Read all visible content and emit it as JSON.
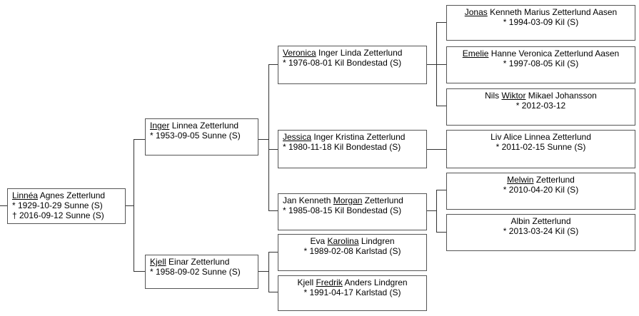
{
  "people": {
    "linnea": {
      "pre": "",
      "given": "Linnéa",
      "post": " Agnes Zetterlund",
      "birth": "* 1929-10-29 Sunne (S)",
      "death": "† 2016-09-12 Sunne (S)"
    },
    "inger": {
      "pre": "",
      "given": "Inger",
      "post": " Linnea Zetterlund",
      "birth": "* 1953-09-05 Sunne (S)"
    },
    "kjell": {
      "pre": "",
      "given": "Kjell",
      "post": " Einar Zetterlund",
      "birth": "* 1958-09-02 Sunne (S)"
    },
    "veronica": {
      "pre": "",
      "given": "Veronica",
      "post": " Inger Linda Zetterlund",
      "birth": "* 1976-08-01 Kil Bondestad (S)"
    },
    "jessica": {
      "pre": "",
      "given": "Jessica",
      "post": " Inger Kristina Zetterlund",
      "birth": "* 1980-11-18 Kil Bondestad (S)"
    },
    "jan": {
      "pre": "Jan Kenneth ",
      "given": "Morgan",
      "post": " Zetterlund",
      "birth": "* 1985-08-15 Kil Bondestad (S)"
    },
    "eva": {
      "pre": "Eva ",
      "given": "Karolina",
      "post": " Lindgren",
      "birth": "* 1989-02-08 Karlstad (S)"
    },
    "kjellf": {
      "pre": "Kjell ",
      "given": "Fredrik",
      "post": " Anders Lindgren",
      "birth": "* 1991-04-17 Karlstad (S)"
    },
    "jonas": {
      "pre": "",
      "given": "Jonas",
      "post": " Kenneth Marius Zetterlund Aasen",
      "birth": "* 1994-03-09 Kil (S)"
    },
    "emelie": {
      "pre": "",
      "given": "Emelie",
      "post": " Hanne Veronica Zetterlund Aasen",
      "birth": "* 1997-08-05 Kil (S)"
    },
    "nils": {
      "pre": "Nils ",
      "given": "Wiktor",
      "post": " Mikael Johansson",
      "birth": "* 2012-03-12"
    },
    "liv": {
      "pre": "",
      "given": "",
      "post": "Liv Alice Linnea Zetterlund",
      "birth": "* 2011-02-15 Sunne (S)"
    },
    "melwin": {
      "pre": "",
      "given": "Melwin",
      "post": " Zetterlund",
      "birth": "* 2010-04-20 Kil (S)"
    },
    "albin": {
      "pre": "",
      "given": "",
      "post": "Albin Zetterlund",
      "birth": "* 2013-03-24 Kil (S)"
    }
  }
}
